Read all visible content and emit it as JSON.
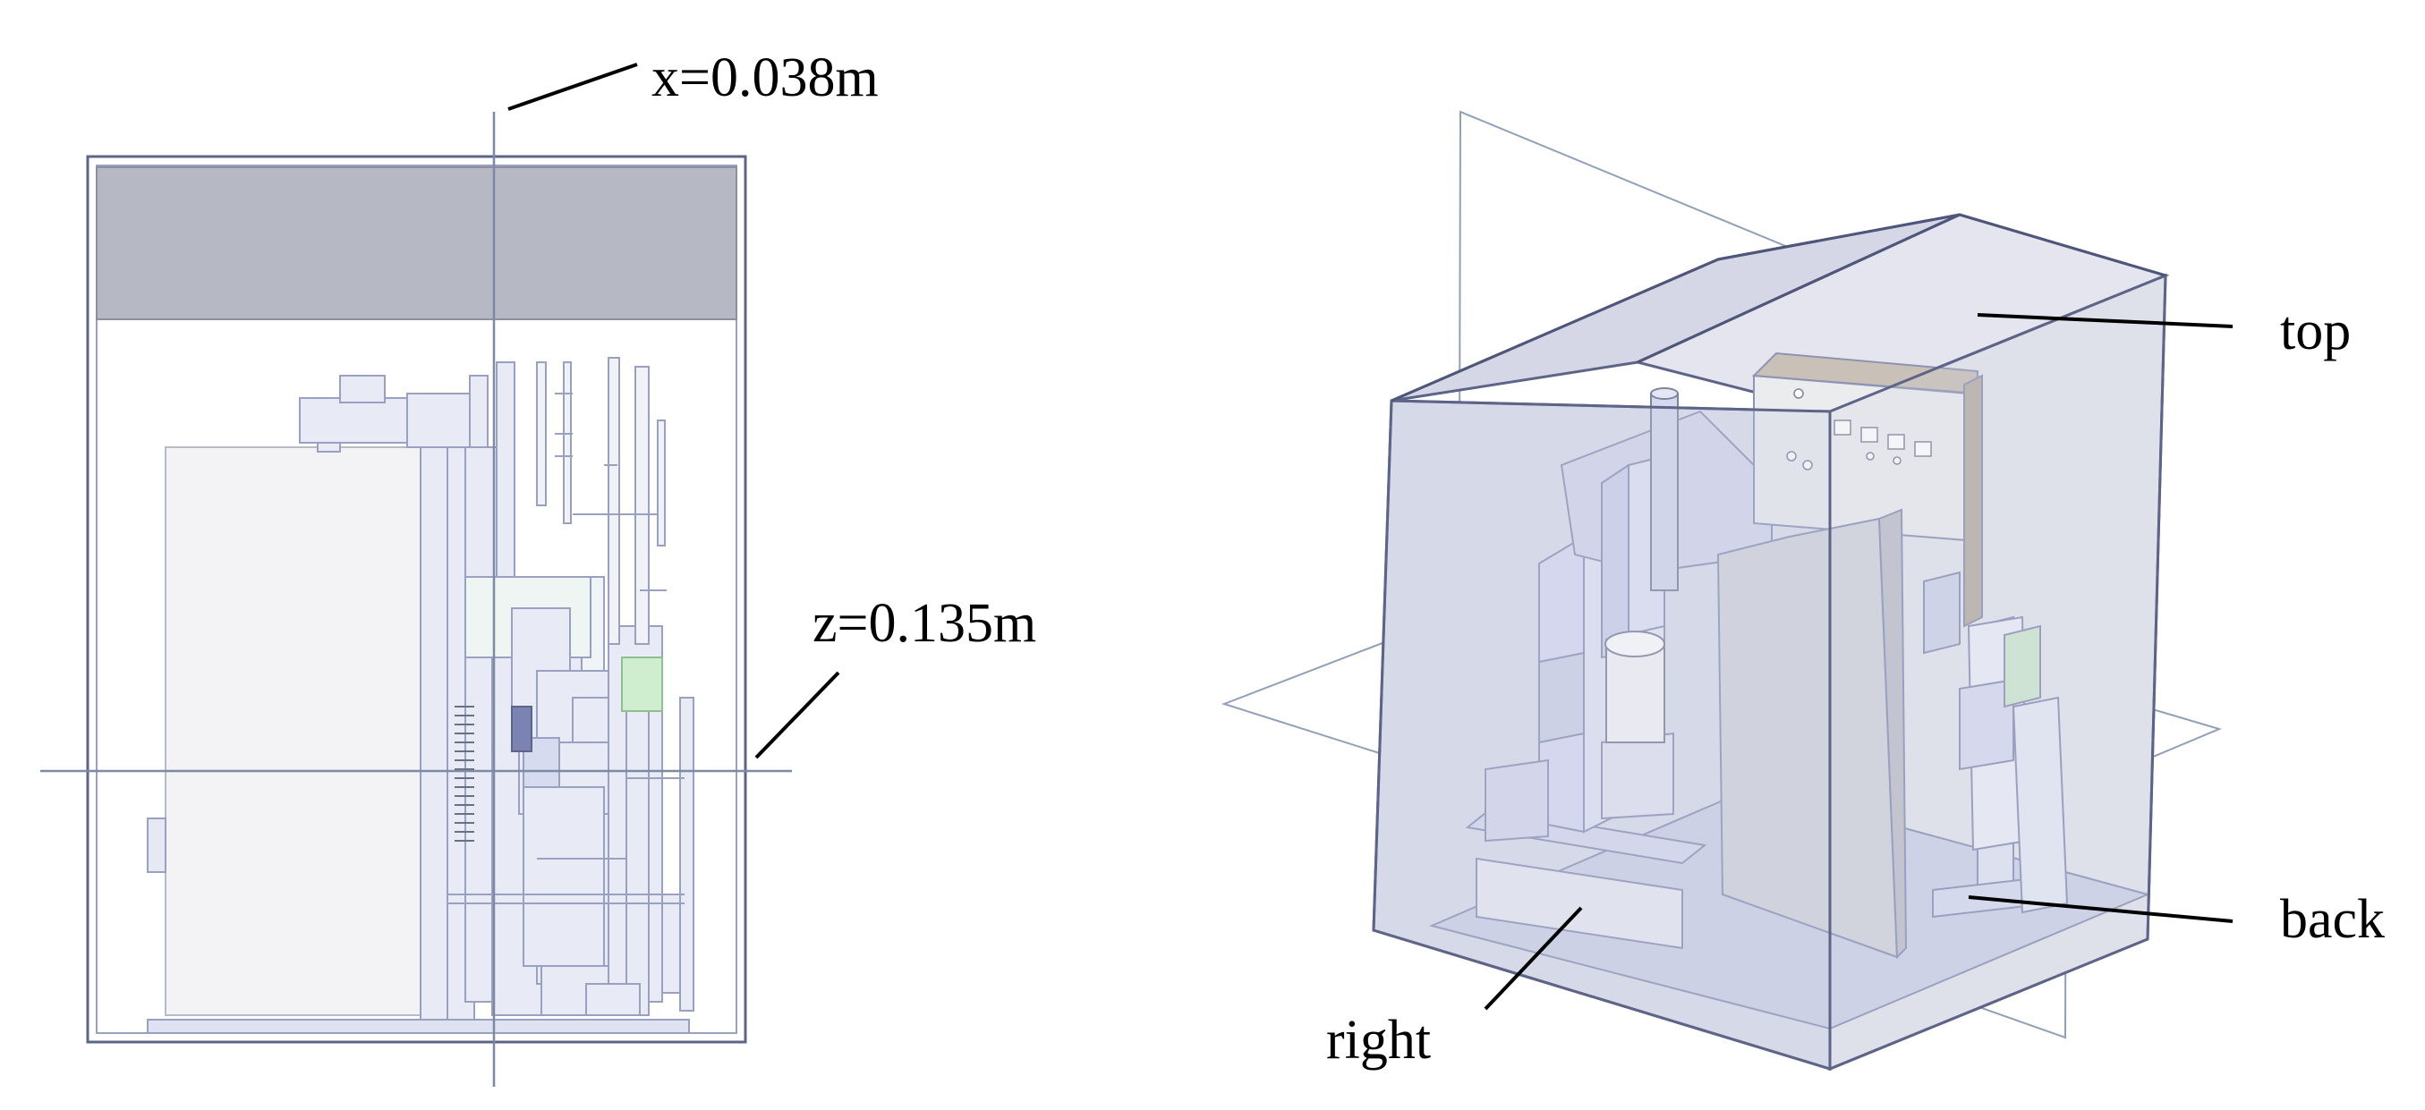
{
  "labels": {
    "x_plane": "x=0.038m",
    "z_plane": "z=0.135m",
    "top": "top",
    "back": "back",
    "right": "right"
  },
  "colors": {
    "enclosure_fill": "#dfe1ec",
    "enclosure_edge": "#5d6488",
    "top_band": "#b6b9c4",
    "part_fill": "#e2e5f3",
    "part_edge": "#8d93b5",
    "section_line": "#7e8aa4",
    "green_part": "#cfeecf",
    "board": "#b8b0a5"
  }
}
